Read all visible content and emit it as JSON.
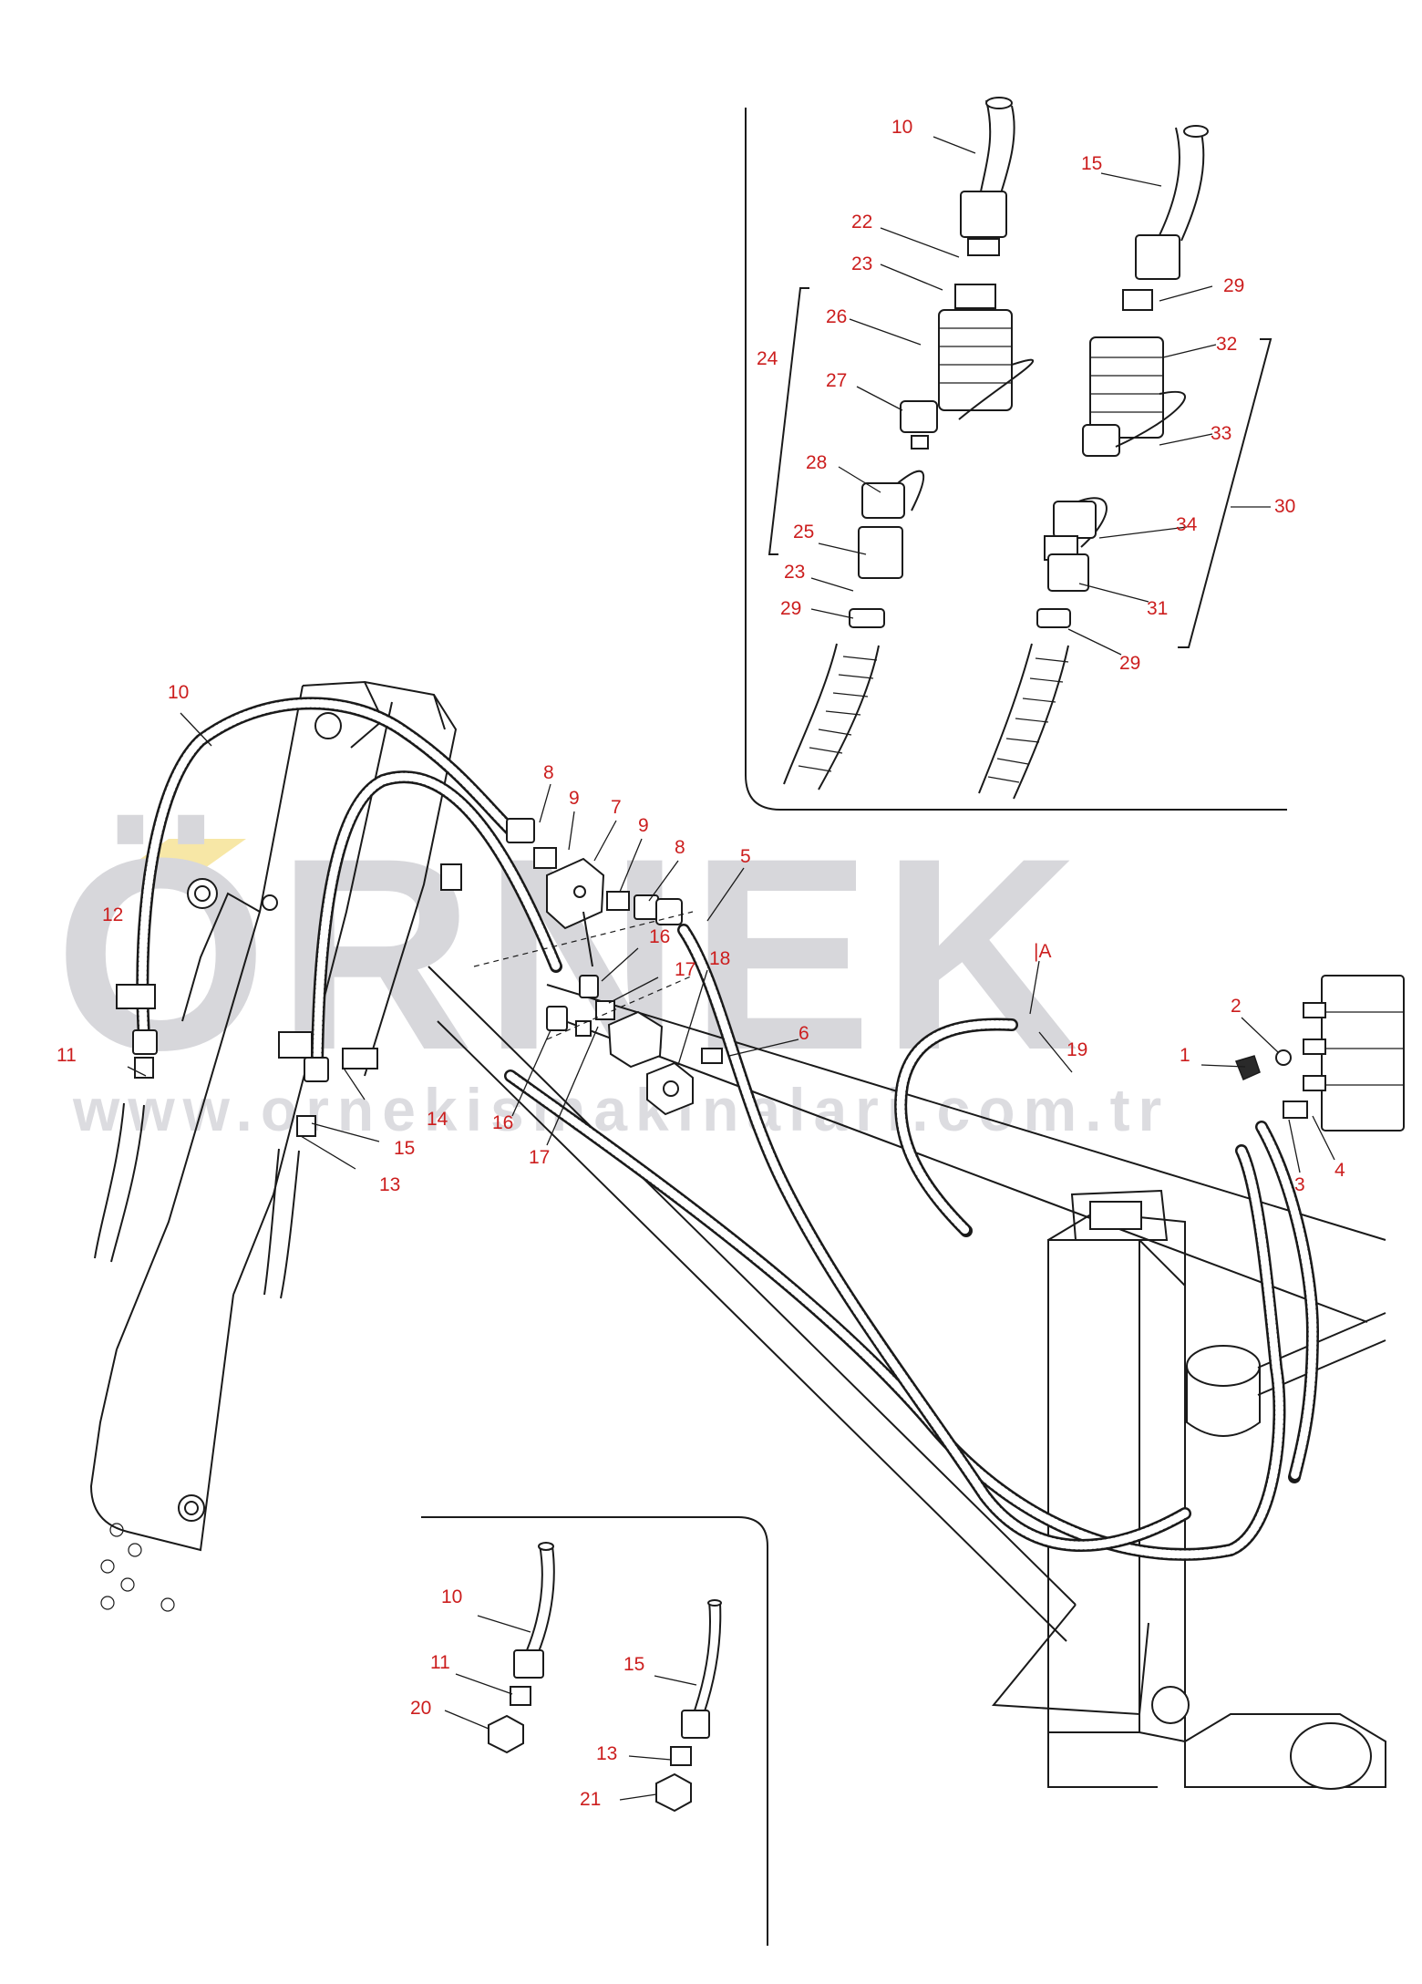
{
  "watermark": {
    "text": "ÖRNEK",
    "url": "www.ornekismakinalari.com.tr",
    "color": "#d7d7db",
    "accent": "#f7e7a6"
  },
  "callout_color": "#cc1e1e",
  "callouts": {
    "main": {
      "c10": "10",
      "c12": "12",
      "c11": "11",
      "c14": "14",
      "c15": "15",
      "c13": "13",
      "c8a": "8",
      "c9a": "9",
      "c7": "7",
      "c9b": "9",
      "c8b": "8",
      "c5": "5",
      "c16a": "16",
      "c17a": "17",
      "c18": "18",
      "c6": "6",
      "c16b": "16",
      "c17b": "17",
      "cA": "|A",
      "c19": "19",
      "c1": "1",
      "c2": "2",
      "c3": "3",
      "c4": "4"
    },
    "inset_top": {
      "c10": "10",
      "c22": "22",
      "c23a": "23",
      "c26": "26",
      "c24": "24",
      "c27": "27",
      "c28": "28",
      "c25": "25",
      "c23b": "23",
      "c29a": "29",
      "c15": "15",
      "c29b": "29",
      "c32": "32",
      "c33": "33",
      "c34": "34",
      "c30": "30",
      "c31": "31",
      "c29c": "29"
    },
    "inset_bottom": {
      "c10": "10",
      "c11": "11",
      "c20": "20",
      "c15": "15",
      "c13": "13",
      "c21": "21"
    }
  }
}
